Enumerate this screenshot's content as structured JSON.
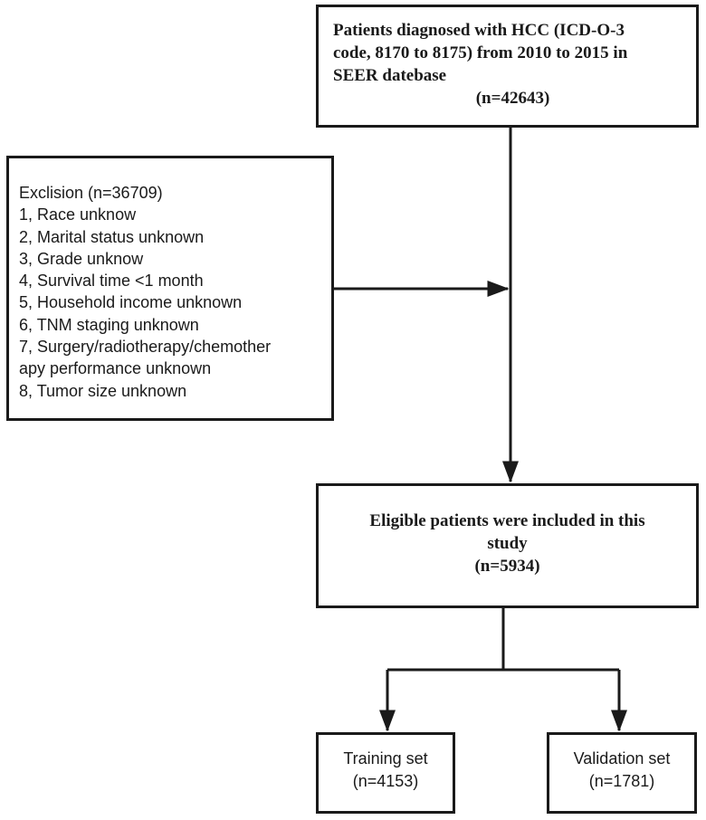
{
  "top_box": {
    "lines": [
      "Patients diagnosed with HCC (ICD-O-3",
      "code, 8170 to 8175) from 2010 to 2015 in",
      "SEER datebase"
    ],
    "count": "(n=42643)"
  },
  "exclusion_box": {
    "lines": [
      "Exclision (n=36709)",
      "1, Race unknow",
      "2, Marital status unknown",
      "3, Grade unknow",
      "4, Survival time <1 month",
      "5, Household income unknown",
      "6, TNM staging unknown",
      "7, Surgery/radiotherapy/chemother",
      "apy performance unknown",
      "8, Tumor size unknown"
    ]
  },
  "eligible_box": {
    "lines": [
      "Eligible patients were included in this",
      "study"
    ],
    "count": "(n=5934)"
  },
  "training_box": {
    "label": "Training set",
    "count": "(n=4153)"
  },
  "validation_box": {
    "label": "Validation set",
    "count": "(n=1781)"
  }
}
